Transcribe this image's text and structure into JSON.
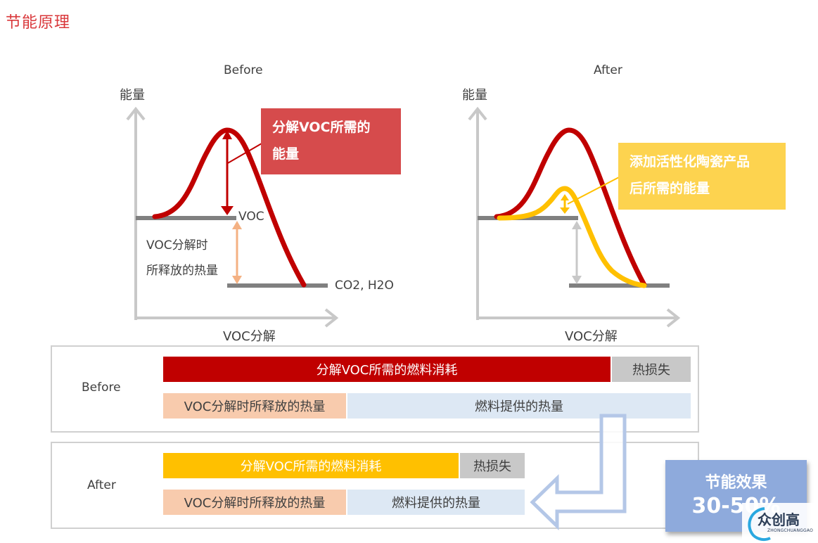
{
  "page": {
    "title": "节能原理",
    "title_color": "#d9373a"
  },
  "before_chart": {
    "title": "Before",
    "y_axis_label": "能量",
    "x_axis_label": "VOC分解",
    "voc_label": "VOC",
    "products_label": "CO2, H2O",
    "released_heat_label_line1": "VOC分解时",
    "released_heat_label_line2": "所释放的热量",
    "callout_line1": "分解VOC所需的",
    "callout_line2": "能量",
    "curve_color": "#c00000",
    "callout_color": "#d64b4c"
  },
  "after_chart": {
    "title": "After",
    "y_axis_label": "能量",
    "x_axis_label": "VOC分解",
    "callout_line1": "添加活性化陶瓷产品",
    "callout_line2": "后所需的能量",
    "curve_color": "#c00000",
    "catalyzed_curve_color": "#ffc000",
    "callout_color": "#fdd34f"
  },
  "comparison": {
    "before": {
      "label": "Before",
      "top_row": [
        {
          "label": "分解VOC所需的燃料消耗",
          "color": "#c00000"
        },
        {
          "label": "热损失",
          "color": "#c8c8c8"
        }
      ],
      "bottom_row": [
        {
          "label": "VOC分解时所释放的热量",
          "color": "#f8cbad"
        },
        {
          "label": "燃料提供的热量",
          "color": "#dde8f4"
        }
      ]
    },
    "after": {
      "label": "After",
      "top_row": [
        {
          "label": "分解VOC所需的燃料消耗",
          "color": "#ffc000"
        },
        {
          "label": "热损失",
          "color": "#c8c8c8"
        }
      ],
      "bottom_row": [
        {
          "label": "VOC分解时所释放的热量",
          "color": "#f8cbad"
        },
        {
          "label": "燃料提供的热量",
          "color": "#dde8f4"
        }
      ]
    }
  },
  "result": {
    "title": "节能效果",
    "value": "30-50%",
    "color": "#8eaadc"
  },
  "watermark": {
    "text": "众创高",
    "subtext": "ZHONGCHUANGGAO"
  }
}
